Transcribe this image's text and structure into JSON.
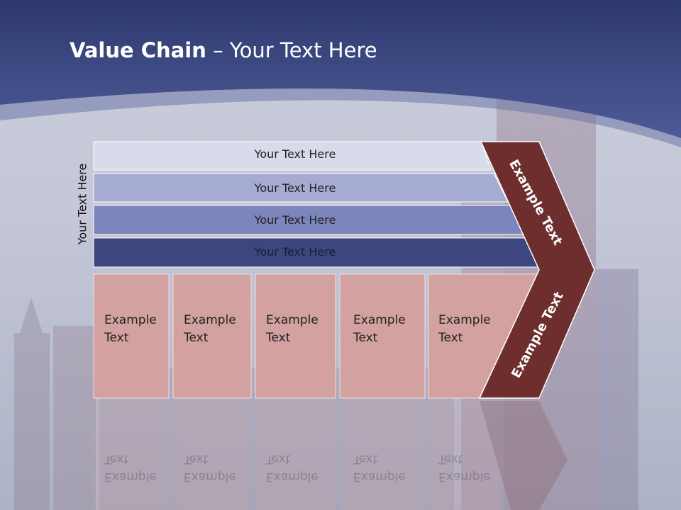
{
  "slide": {
    "title_bold": "Value Chain",
    "title_rest": " – Your Text Here",
    "side_label": "Your Text Here"
  },
  "support_activities": [
    {
      "label": "Your Text Here",
      "color": "#d7dbea"
    },
    {
      "label": "Your Text Here",
      "color": "#a6abd2"
    },
    {
      "label": "Your Text Here",
      "color": "#7d85bd"
    },
    {
      "label": "Your Text Here",
      "color": "#3e4680"
    }
  ],
  "primary_activities": [
    {
      "line1": "Example",
      "line2": "Text"
    },
    {
      "line1": "Example",
      "line2": "Text"
    },
    {
      "line1": "Example",
      "line2": "Text"
    },
    {
      "line1": "Example",
      "line2": "Text"
    },
    {
      "line1": "Example",
      "line2": "Text"
    }
  ],
  "margin": {
    "top_label": "Example Text",
    "bottom_label": "Example Text",
    "color": "#6e2e2e"
  },
  "colors": {
    "header": "#3d4a85",
    "box_fill": "#d3a1a0"
  }
}
